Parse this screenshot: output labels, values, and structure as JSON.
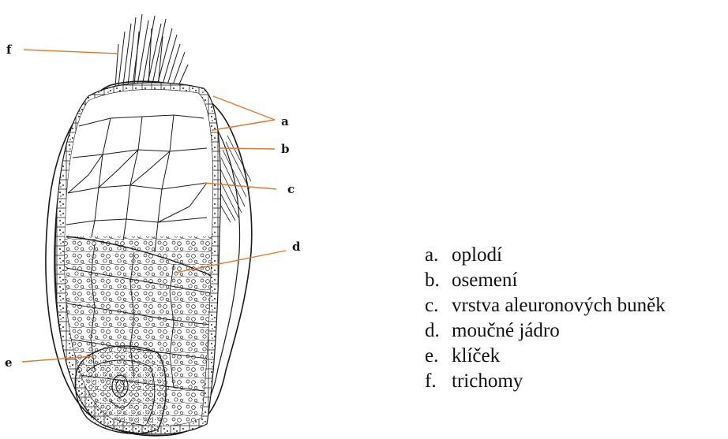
{
  "callouts": {
    "a": "a",
    "b": "b",
    "c": "c",
    "d": "d",
    "e": "e",
    "f": "f"
  },
  "legend": [
    {
      "key": "a.",
      "text": "oplodí"
    },
    {
      "key": "b.",
      "text": "osemení"
    },
    {
      "key": "c.",
      "text": "vrstva aleuronových buněk"
    },
    {
      "key": "d.",
      "text": "moučné jádro"
    },
    {
      "key": "e.",
      "text": "klíček"
    },
    {
      "key": "f.",
      "text": "trichomy"
    }
  ],
  "colors": {
    "leader": "#e07a33",
    "ink": "#1a1a1a"
  },
  "icons": [
    "grain-section-illustration"
  ]
}
